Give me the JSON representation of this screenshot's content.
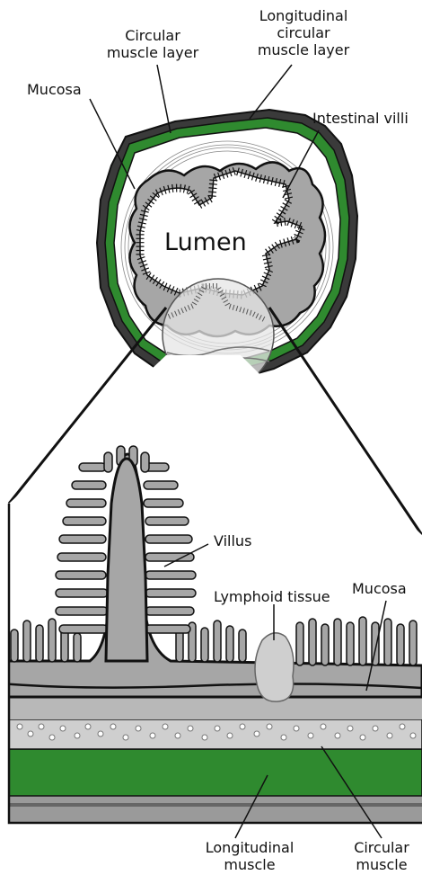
{
  "labels": {
    "longitudinal_circular_line1": "Longitudinal",
    "longitudinal_circular_line2": "circular",
    "longitudinal_circular_line3": "muscle layer",
    "circular_layer_line1": "Circular",
    "circular_layer_line2": "muscle layer",
    "mucosa_top": "Mucosa",
    "intestinal_villi": "Intestinal villi",
    "lumen": "Lumen",
    "villus": "Villus",
    "mucosa_bottom": "Mucosa",
    "lymphoid_tissue": "Lymphoid tissue",
    "longitudinal_muscle_line1": "Longitudinal",
    "longitudinal_muscle_line2": "muscle",
    "circular_muscle_line1": "Circular",
    "circular_muscle_line2": "muscle"
  },
  "colors": {
    "muscle_green": "#2f8a2f",
    "mucosa_gray": "#a6a6a6",
    "light_gray": "#d9d9d9",
    "outline": "#222222"
  }
}
